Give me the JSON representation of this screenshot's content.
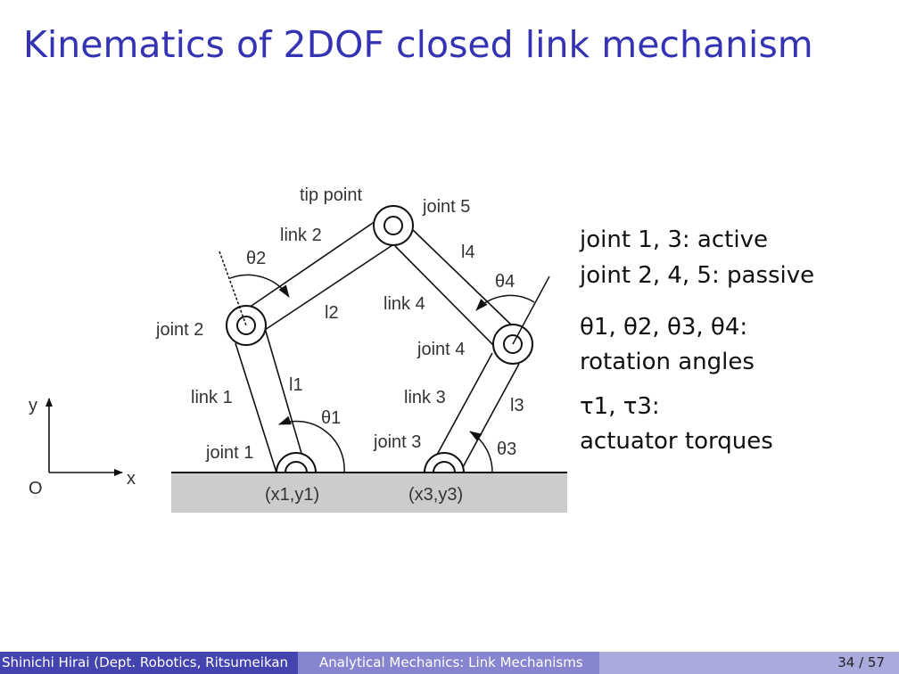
{
  "title": "Kinematics of 2DOF closed link mechanism",
  "diagram": {
    "tip_point": "tip point",
    "joint1": "joint 1",
    "joint2": "joint 2",
    "joint3": "joint 3",
    "joint4": "joint 4",
    "joint5": "joint 5",
    "link1": "link 1",
    "link2": "link 2",
    "link3": "link 3",
    "link4": "link 4",
    "l1": "l1",
    "l2": "l2",
    "l3": "l3",
    "l4": "l4",
    "theta1": "θ1",
    "theta2": "θ2",
    "theta3": "θ3",
    "theta4": "θ4",
    "base1": "(x1,y1)",
    "base3": "(x3,y3)",
    "axis_x": "x",
    "axis_y": "y",
    "origin": "O"
  },
  "notes": {
    "line1": "joint 1, 3: active",
    "line2": "joint 2, 4, 5: passive",
    "line3": "θ1, θ2, θ3, θ4:",
    "line4": "rotation angles",
    "line5": "τ1, τ3:",
    "line6": "actuator torques"
  },
  "footer": {
    "author": "Shinichi Hirai (Dept. Robotics, Ritsumeikan",
    "talk": "Analytical Mechanics: Link Mechanisms",
    "page": "34 / 57"
  }
}
